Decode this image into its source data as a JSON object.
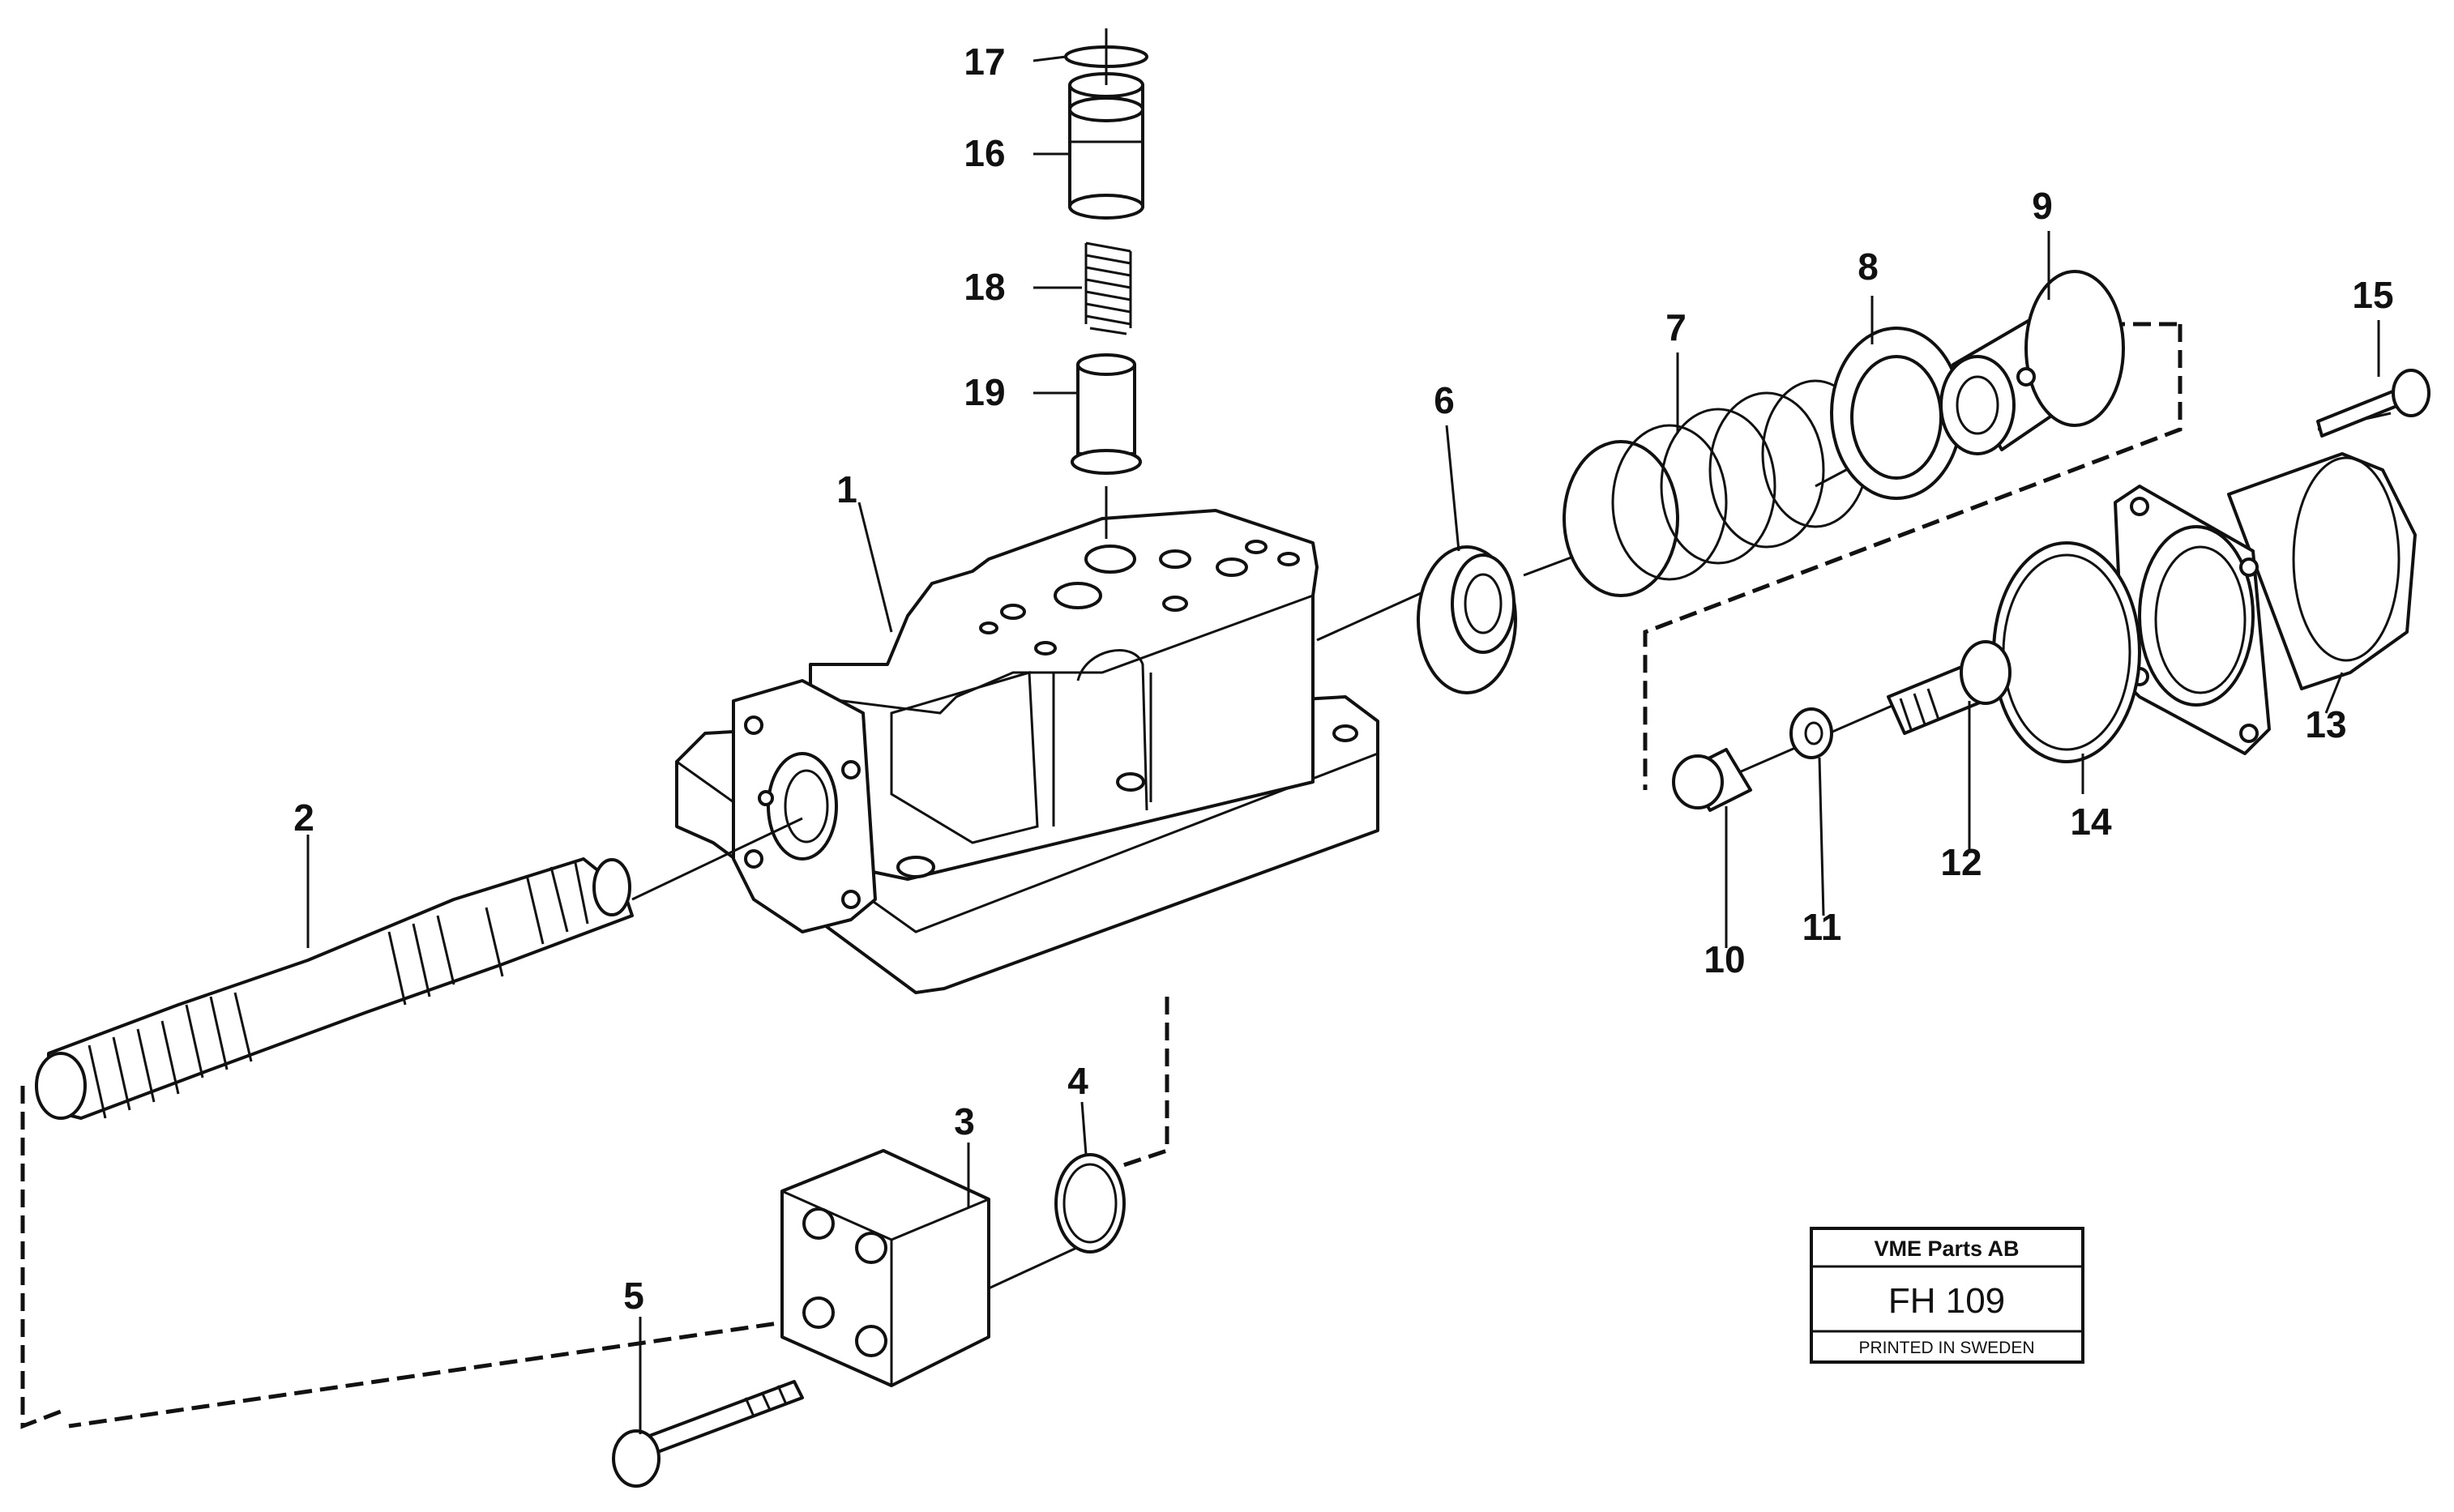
{
  "diagram": {
    "callouts": [
      "1",
      "2",
      "3",
      "4",
      "5",
      "6",
      "7",
      "8",
      "9",
      "10",
      "11",
      "12",
      "13",
      "14",
      "15",
      "16",
      "17",
      "18",
      "19"
    ]
  },
  "stamp": {
    "company": "VME Parts AB",
    "code": "FH 109",
    "footer": "PRINTED IN SWEDEN"
  }
}
